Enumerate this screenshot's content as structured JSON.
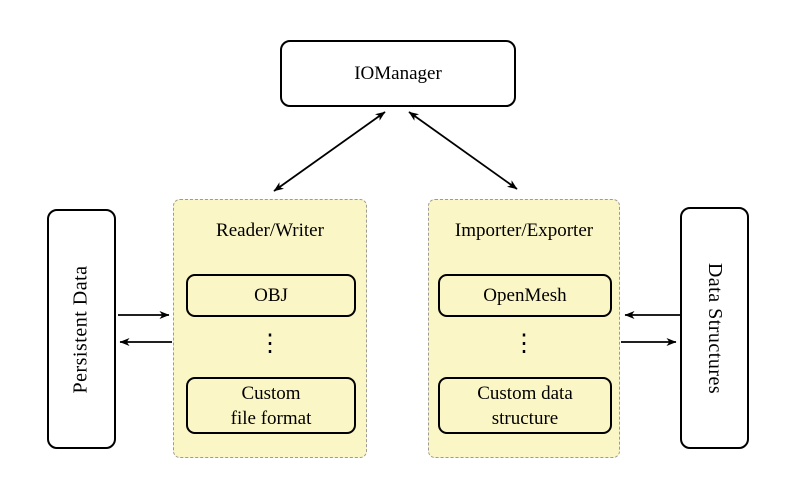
{
  "nodes": {
    "iomanager": "IOManager",
    "persistent_data": "Persistent Data",
    "data_structures": "Data Structures"
  },
  "groups": {
    "reader_writer": {
      "title": "Reader/Writer",
      "top_item": "OBJ",
      "ellipsis": "⋮",
      "bottom_item_line1": "Custom",
      "bottom_item_line2": "file format"
    },
    "importer_exporter": {
      "title": "Importer/Exporter",
      "top_item": "OpenMesh",
      "ellipsis": "⋮",
      "bottom_item_line1": "Custom data",
      "bottom_item_line2": "structure"
    }
  },
  "colors": {
    "background": "#ffffff",
    "group_fill": "#fbf6c5",
    "group_border": "#9b9b9b",
    "node_border": "#000000",
    "arrow": "#000000"
  },
  "connections": [
    {
      "from": "IOManager",
      "to": "Reader/Writer",
      "style": "bidirectional"
    },
    {
      "from": "IOManager",
      "to": "Importer/Exporter",
      "style": "bidirectional"
    },
    {
      "from": "Persistent Data",
      "to": "Reader/Writer",
      "style": "one-way"
    },
    {
      "from": "Reader/Writer",
      "to": "Persistent Data",
      "style": "one-way"
    },
    {
      "from": "Data Structures",
      "to": "Importer/Exporter",
      "style": "one-way"
    },
    {
      "from": "Importer/Exporter",
      "to": "Data Structures",
      "style": "one-way"
    }
  ]
}
